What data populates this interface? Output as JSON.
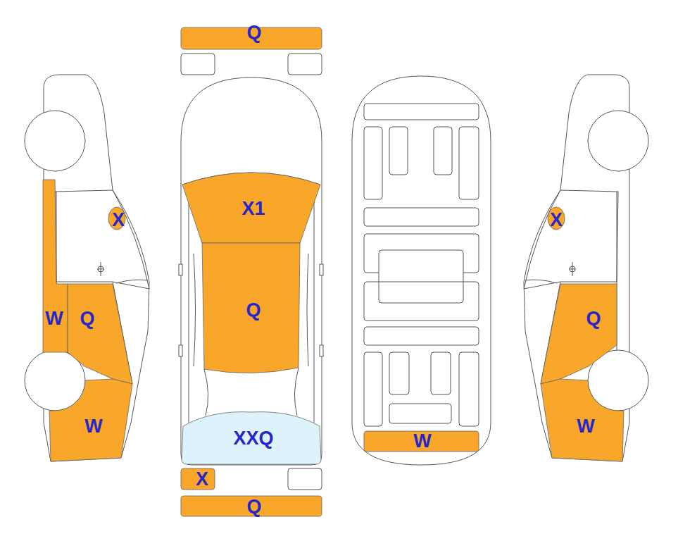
{
  "diagram": {
    "nodes": [
      {
        "text": [
          "Q"
        ]
      },
      {
        "text": [
          "X1"
        ]
      },
      {
        "text": [
          "Q"
        ]
      },
      {
        "text": [
          "XXQ"
        ]
      },
      {
        "text": [
          "X"
        ]
      },
      {
        "text": [
          "Q"
        ]
      },
      {
        "text": [
          "X"
        ]
      },
      {
        "text": [
          "W"
        ]
      },
      {
        "text": [
          "Q"
        ]
      },
      {
        "text": [
          "W"
        ]
      },
      {
        "text": [
          "X"
        ]
      },
      {
        "text": [
          "Q"
        ]
      },
      {
        "text": [
          "W"
        ]
      },
      {
        "text": [
          "W"
        ]
      }
    ]
  }
}
